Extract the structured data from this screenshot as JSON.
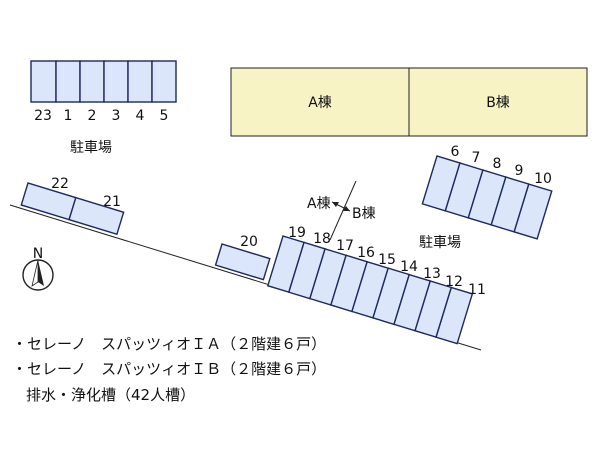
{
  "colors": {
    "parking_fill": "#dce6fb",
    "parking_stroke": "#1c2a5c",
    "building_fill": "#f7f3c5"
  },
  "icons": {
    "compass": "north-arrow-icon"
  },
  "compass_label": "N",
  "buildings": {
    "a": "A棟",
    "b": "B棟"
  },
  "boundary_labels": {
    "a": "A棟",
    "b": "B棟"
  },
  "parking_labels": {
    "top_left": "駐車場",
    "right": "駐車場"
  },
  "spaces": {
    "top_row": [
      "23",
      "1",
      "2",
      "3",
      "4",
      "5"
    ],
    "right_group": [
      "6",
      "7",
      "8",
      "9",
      "10"
    ],
    "left_pair": [
      "22",
      "21"
    ],
    "single": [
      "20"
    ],
    "bottom_row": [
      "19",
      "18",
      "17",
      "16",
      "15",
      "14",
      "13",
      "12",
      "11"
    ]
  },
  "notes": [
    "・セレーノ　スパッツィオＩＡ（２階建６戸）",
    "・セレーノ　スパッツィオＩＢ（２階建６戸）",
    "排水・浄化槽（42人槽）"
  ]
}
